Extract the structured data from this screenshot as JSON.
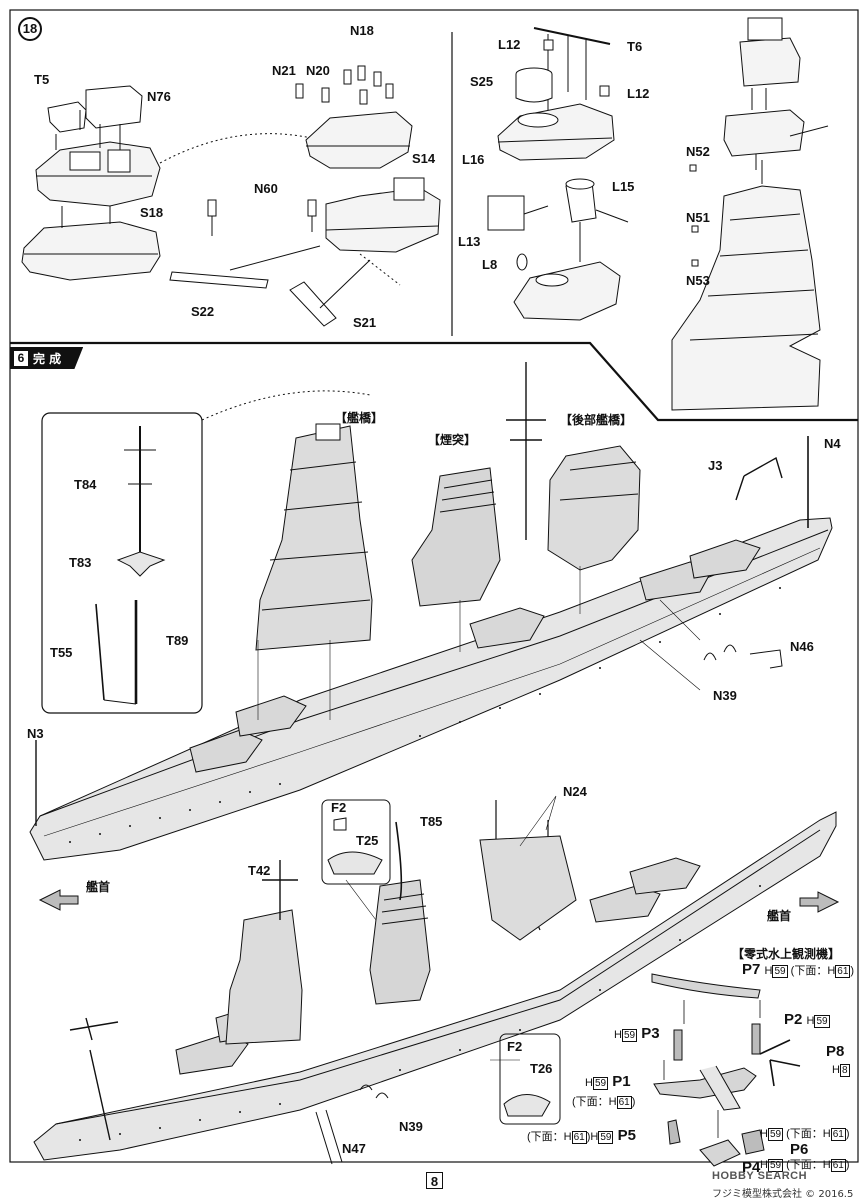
{
  "page": {
    "number": "8"
  },
  "step18": {
    "badge": "18",
    "parts": {
      "T5": "T5",
      "N76": "N76",
      "N21": "N21",
      "N20": "N20",
      "N18": "N18",
      "S14": "S14",
      "S18": "S18",
      "N60": "N60",
      "S22": "S22",
      "S21": "S21",
      "L12a": "L12",
      "T6": "T6",
      "S25": "S25",
      "L12b": "L12",
      "L16": "L16",
      "L15": "L15",
      "L13": "L13",
      "L8": "L8",
      "N52": "N52",
      "N51": "N51",
      "N53": "N53"
    }
  },
  "step6": {
    "badge_num": "6",
    "title": "完 成",
    "labels": {
      "bridge": "【艦橋】",
      "funnel": "【煙突】",
      "aft_bridge": "【後部艦橋】",
      "N4": "N4",
      "J3": "J3",
      "N46": "N46",
      "N39a": "N39",
      "N3": "N3",
      "T84": "T84",
      "T83": "T83",
      "T55": "T55",
      "T89": "T89",
      "F2a": "F2",
      "T25": "T25",
      "T85": "T85",
      "N24": "N24",
      "bow_left": "艦首",
      "bow_right": "艦首",
      "T42": "T42",
      "F2b": "F2",
      "T26": "T26",
      "N39b": "N39",
      "N47": "N47"
    },
    "floatplane": {
      "title": "【零式水上観測機】",
      "P7": "P7",
      "P3": "P3",
      "P2": "P2",
      "P8": "P8",
      "P1": "P1",
      "P5": "P5",
      "P6": "P6",
      "P4": "P4",
      "H59": "59",
      "H61": "61",
      "H8": "8",
      "H": "H",
      "underside": "(下面：H",
      "underside_close": ")"
    }
  },
  "footer": {
    "logo": "HOBBY SEARCH",
    "copyright": "フジミ模型株式会社 © 2016.5"
  }
}
